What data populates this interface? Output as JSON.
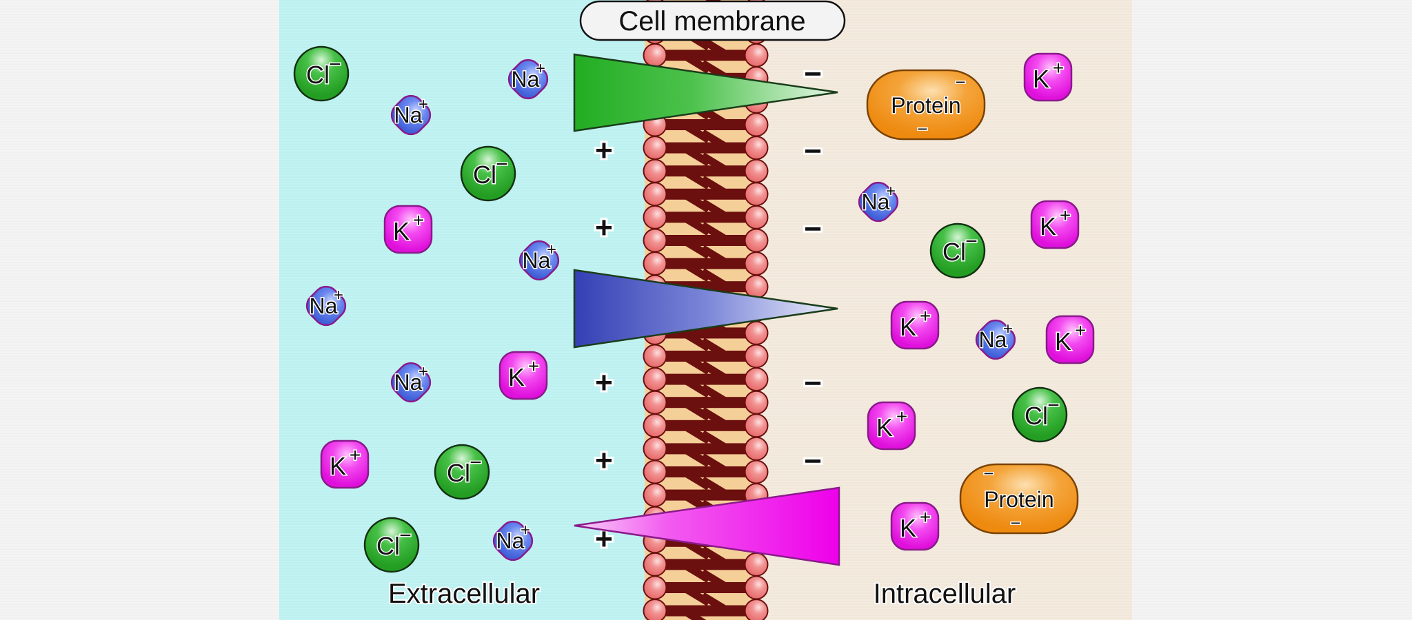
{
  "title": "Cell membrane",
  "regions": {
    "extracellular_label": "Extracellular",
    "intracellular_label": "Intracellular"
  },
  "colors": {
    "extracellular_bg": "#c2f3f3",
    "intracellular_bg": "#f4ebdf",
    "membrane_core": "#f5cf98",
    "lipid_head": "#f08a8a",
    "lipid_tail": "#6b0f0f",
    "na": "#4a6fe0",
    "k": "#ee1ee8",
    "cl": "#2db12d",
    "protein": "#f39a1e"
  },
  "ion_labels": {
    "na": {
      "symbol": "Na",
      "charge": "+"
    },
    "k": {
      "symbol": "K",
      "charge": "+"
    },
    "cl": {
      "symbol": "Cl",
      "charge": "−"
    },
    "protein": {
      "symbol": "Protein",
      "charge": "−"
    }
  },
  "charge_signs": {
    "outside": "+",
    "inside": "−"
  },
  "gradients": [
    {
      "ion": "na",
      "color": "#2db12d",
      "direction": "high-outside",
      "name": "green"
    },
    {
      "ion": "cl",
      "color": "#3c47b8",
      "direction": "high-outside",
      "name": "blue"
    },
    {
      "ion": "k",
      "color": "#ee10e8",
      "direction": "high-inside",
      "name": "magenta"
    }
  ],
  "extracellular_ions": [
    {
      "type": "cl"
    },
    {
      "type": "na"
    },
    {
      "type": "na"
    },
    {
      "type": "cl"
    },
    {
      "type": "k"
    },
    {
      "type": "na"
    },
    {
      "type": "na"
    },
    {
      "type": "na"
    },
    {
      "type": "k"
    },
    {
      "type": "k"
    },
    {
      "type": "cl"
    },
    {
      "type": "cl"
    },
    {
      "type": "na"
    }
  ],
  "intracellular_ions": [
    {
      "type": "protein"
    },
    {
      "type": "k"
    },
    {
      "type": "na"
    },
    {
      "type": "k"
    },
    {
      "type": "cl"
    },
    {
      "type": "k"
    },
    {
      "type": "na"
    },
    {
      "type": "k"
    },
    {
      "type": "k"
    },
    {
      "type": "cl"
    },
    {
      "type": "protein"
    },
    {
      "type": "k"
    }
  ]
}
